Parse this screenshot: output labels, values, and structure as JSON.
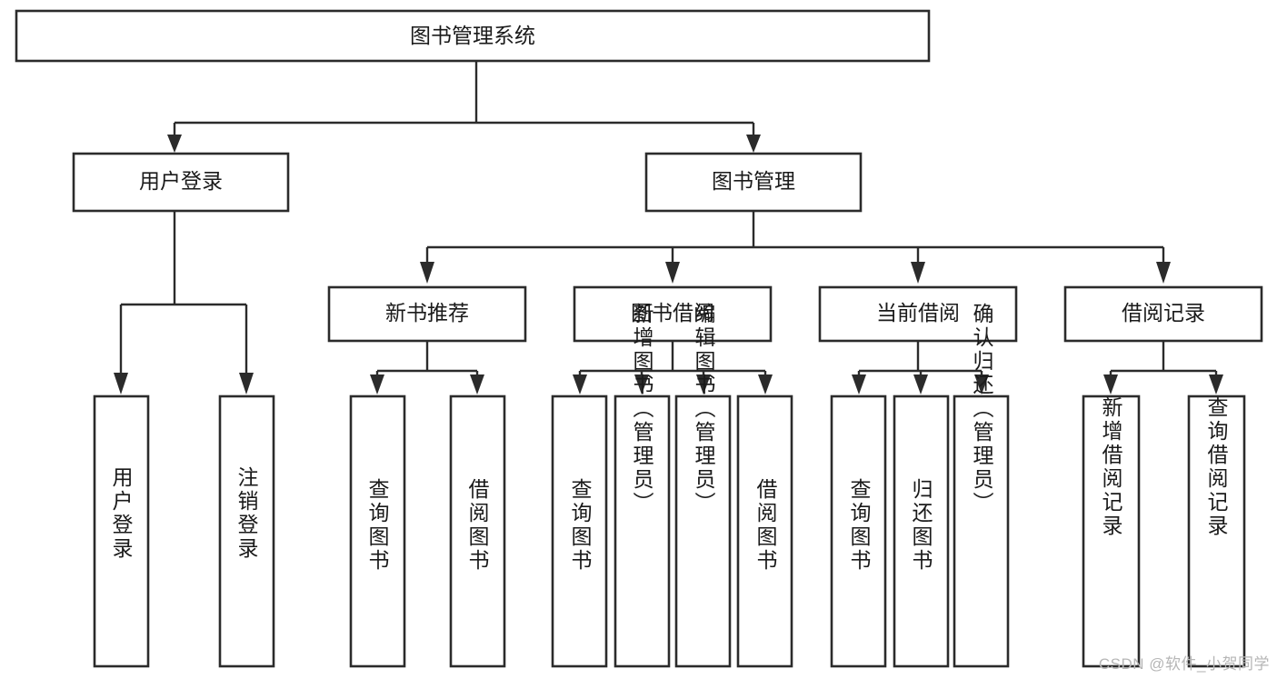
{
  "diagram": {
    "type": "tree-hierarchy",
    "title": "图书管理系统",
    "orientation": "top-down",
    "watermark": "CSDN @软件_小贺同学",
    "colors": {
      "box_fill": "#ffffff",
      "box_stroke": "#2b2b2b",
      "text": "#1a1a1a",
      "watermark": "#b6b6b6",
      "background": "#ffffff"
    }
  },
  "root": {
    "label": "图书管理系统"
  },
  "level2": [
    {
      "label": "用户登录"
    },
    {
      "label": "图书管理"
    }
  ],
  "level3": [
    {
      "label": "新书推荐"
    },
    {
      "label": "图书借阅"
    },
    {
      "label": "当前借阅"
    },
    {
      "label": "借阅记录"
    }
  ],
  "leaves": {
    "user_login": [
      {
        "label": "用户登录"
      },
      {
        "label": "注销登录"
      }
    ],
    "new_book_recommend": [
      {
        "label": "查询图书"
      },
      {
        "label": "借阅图书"
      }
    ],
    "book_borrow": [
      {
        "label": "查询图书"
      },
      {
        "label": "新增图书（管理员）"
      },
      {
        "label": "编辑图书（管理员）"
      },
      {
        "label": "借阅图书"
      }
    ],
    "current_borrow": [
      {
        "label": "查询图书"
      },
      {
        "label": "归还图书"
      },
      {
        "label": "确认归还（管理员）"
      }
    ],
    "borrow_record": [
      {
        "label": "新增借阅记录"
      },
      {
        "label": "查询借阅记录"
      }
    ]
  }
}
